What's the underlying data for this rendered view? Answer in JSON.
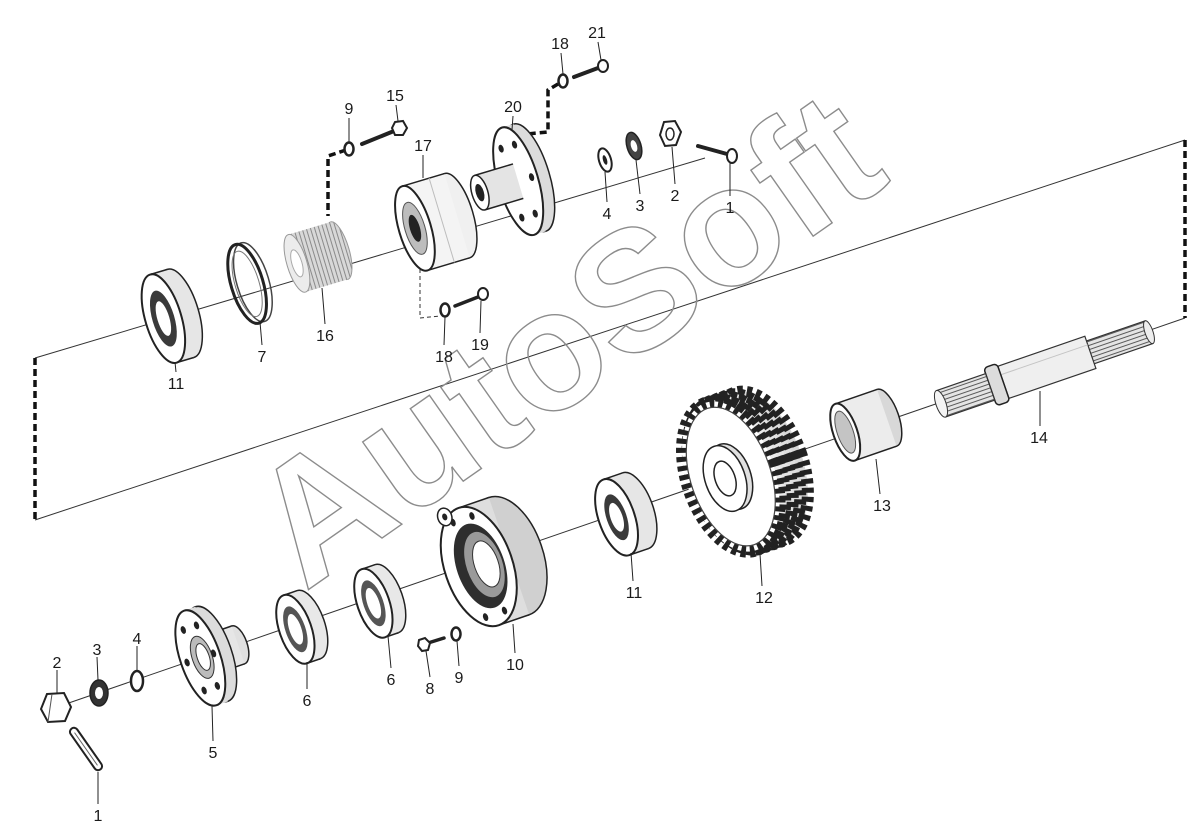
{
  "watermark": "AutoSoft",
  "callouts": {
    "upper": [
      "18",
      "21",
      "9",
      "15",
      "20",
      "17",
      "4",
      "3",
      "2",
      "1",
      "16",
      "7",
      "11",
      "18",
      "19"
    ],
    "lower": [
      "14",
      "13",
      "12",
      "11",
      "10",
      "9",
      "8",
      "6",
      "6",
      "5",
      "2",
      "3",
      "4",
      "1"
    ]
  }
}
